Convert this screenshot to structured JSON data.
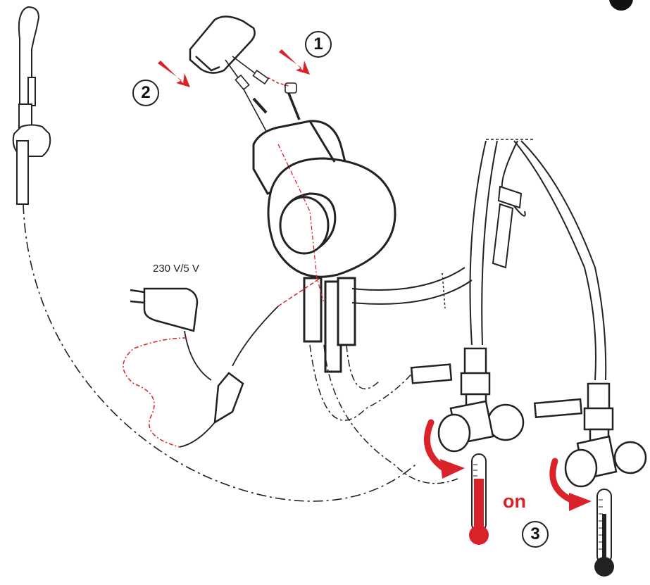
{
  "labels": {
    "power_supply": "230 V/5 V",
    "on": "on"
  },
  "steps": [
    "1",
    "2",
    "3"
  ],
  "colors": {
    "accent": "#d9222a",
    "line": "#222222",
    "thermo_hot": "#d9222a",
    "thermo_cold": "#222222"
  },
  "icons": [
    "hand-shower-icon",
    "power-adapter-icon",
    "mixer-valve-icon",
    "angle-valve-icon",
    "thermometer-icon",
    "arrow-icon"
  ]
}
